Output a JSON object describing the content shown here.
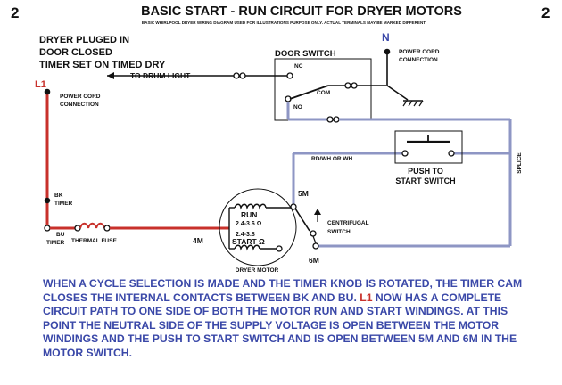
{
  "page_number_left": "2",
  "page_number_right": "2",
  "title": "BASIC START - RUN CIRCUIT FOR DRYER MOTORS",
  "subtitle": "BASIC WHIRLPOOL DRYER WIRING DIAGRAM USED FOR ILLUSTRATIONS PURPOSE ONLY. ACTUAL TERMINALS MAY BE MARKED DIFFERENT",
  "conditions": [
    "DRYER PLUGED IN",
    "DOOR CLOSED",
    "TIMER SET ON TIMED DRY"
  ],
  "to_drum_light": "TO DRUM LIGHT",
  "l1": "L1",
  "n": "N",
  "power_cord_left": [
    "POWER CORD",
    "CONNECTION"
  ],
  "power_cord_right": [
    "POWER CORD",
    "CONNECTION"
  ],
  "door_switch": {
    "title": "DOOR SWITCH",
    "nc": "NC",
    "com": "COM",
    "no": "NO"
  },
  "splice": "SPLICE",
  "rd_wh": "RD/WH OR WH",
  "push_to_start": [
    "PUSH TO",
    "START SWITCH"
  ],
  "bk_timer": [
    "BK",
    "TIMER"
  ],
  "bu_timer": [
    "BU",
    "TIMER"
  ],
  "thermal_fuse": "THERMAL FUSE",
  "motor": {
    "run": "RUN",
    "run_ohms": "2.4-3.6 Ω",
    "start_ohms": "2.4-3.8",
    "start": "START Ω",
    "label": "DRYER MOTOR",
    "t4m": "4M",
    "t5m": "5M",
    "t6m": "6M"
  },
  "centrifugal": [
    "CENTRIFUGAL",
    "SWITCH"
  ],
  "description": {
    "part1": "WHEN A CYCLE SELECTION IS MADE AND THE TIMER KNOB IS ROTATED, THE TIMER CAM CLOSES THE INTERNAL CONTACTS BETWEEN BK AND BU.",
    "l1": "L1",
    "part2": "NOW HAS A COMPLETE CIRCUIT PATH TO ONE SIDE OF BOTH THE MOTOR RUN AND START WINDINGS. AT THIS POINT THE NEUTRAL SIDE OF THE SUPPLY VOLTAGE IS OPEN BETWEEN THE MOTOR WINDINGS AND THE PUSH TO START SWITCH AND IS OPEN BETWEEN 5M AND 6M IN THE MOTOR SWITCH."
  },
  "colors": {
    "hot_wire": "#c8312b",
    "neutral_wire": "#8e96c4",
    "text_blue": "#3a48a8",
    "black": "#111111"
  }
}
